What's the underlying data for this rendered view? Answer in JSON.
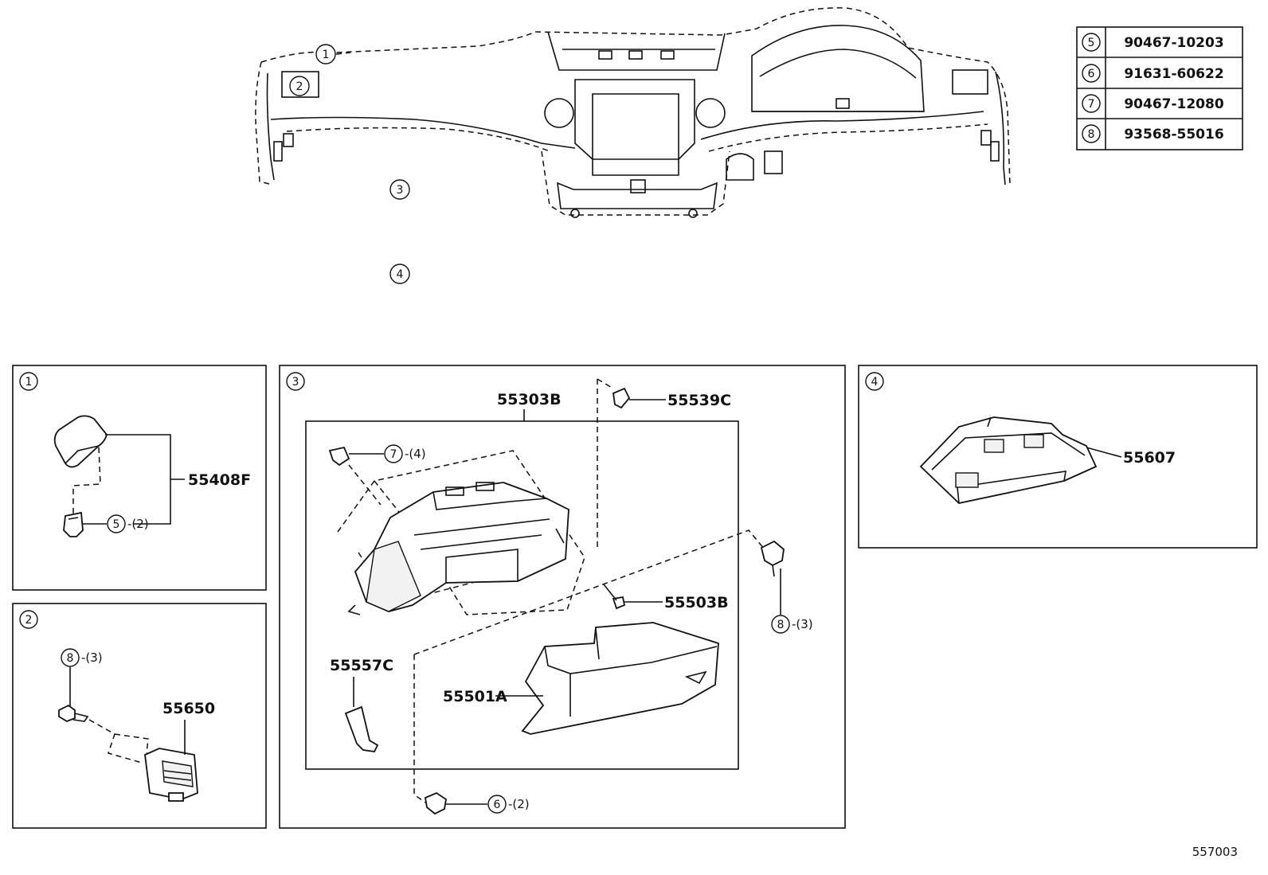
{
  "reference_table": [
    {
      "ref": "5",
      "part_no": "90467-10203"
    },
    {
      "ref": "6",
      "part_no": "91631-60622"
    },
    {
      "ref": "7",
      "part_no": "90467-12080"
    },
    {
      "ref": "8",
      "part_no": "93568-55016"
    }
  ],
  "overview_callouts": {
    "c1": "1",
    "c2": "2",
    "c3": "3",
    "c4": "4"
  },
  "panel1": {
    "number": "1",
    "part": "55408F",
    "clip_ref": "5",
    "clip_qty": "-(2)"
  },
  "panel2": {
    "number": "2",
    "screw_ref": "8",
    "screw_qty": "-(3)",
    "part": "55650"
  },
  "panel3": {
    "number": "3",
    "part_upper": "55303B",
    "part_clip": "55539C",
    "nut_ref": "7",
    "nut_qty": "-(4)",
    "part_pin": "55503B",
    "screw_ref": "8",
    "screw_qty": "-(3)",
    "part_damper": "55557C",
    "part_box": "55501A",
    "bolt_ref": "6",
    "bolt_qty": "-(2)"
  },
  "panel4": {
    "number": "4",
    "part": "55607"
  },
  "illustration_code": "557003"
}
